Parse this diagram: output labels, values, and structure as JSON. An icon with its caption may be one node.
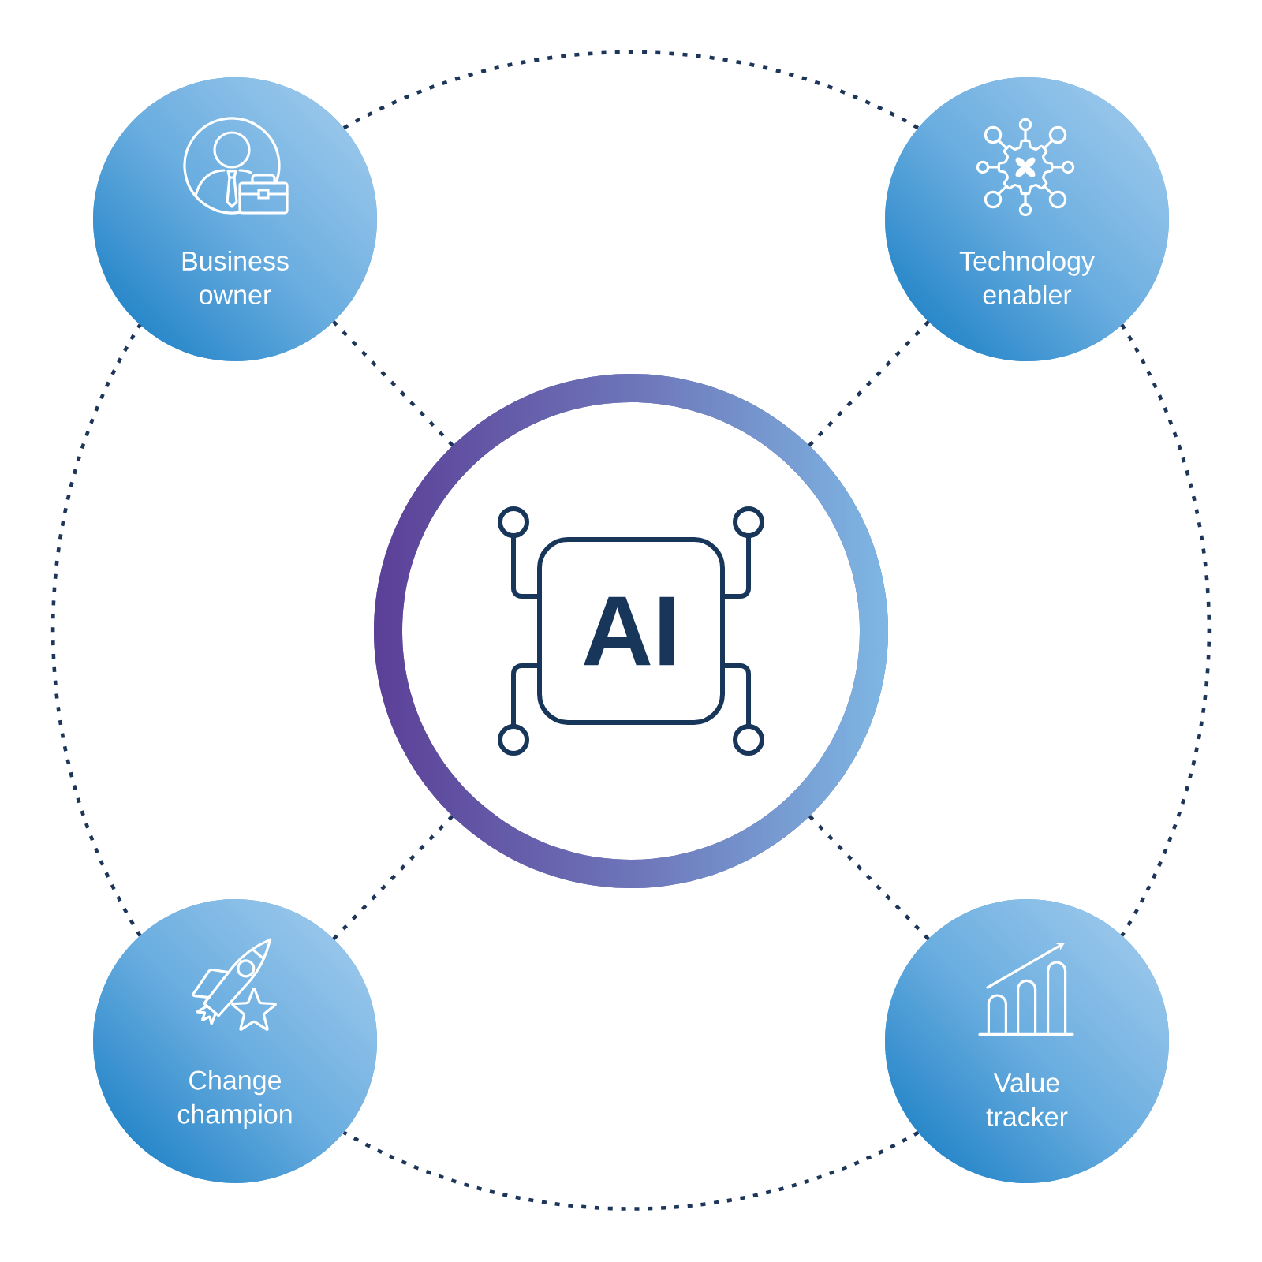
{
  "diagram": {
    "nodes": [
      {
        "text": [
          "Business owner"
        ]
      },
      {
        "text": [
          "Technology enabler"
        ]
      },
      {
        "text": [
          "AI"
        ]
      },
      {
        "text": [
          "Change champion"
        ]
      },
      {
        "text": [
          "Value tracker"
        ]
      }
    ],
    "edges": [
      {
        "from": 2,
        "to": 0,
        "arrow": "none"
      },
      {
        "from": 2,
        "to": 1,
        "arrow": "none"
      },
      {
        "from": 2,
        "to": 3,
        "arrow": "none"
      },
      {
        "from": 2,
        "to": 4,
        "arrow": "none"
      },
      {
        "from": 0,
        "to": 1,
        "arrow": "none"
      },
      {
        "from": 1,
        "to": 4,
        "arrow": "none"
      },
      {
        "from": 4,
        "to": 3,
        "arrow": "none"
      },
      {
        "from": 3,
        "to": 0,
        "arrow": "none"
      }
    ]
  }
}
